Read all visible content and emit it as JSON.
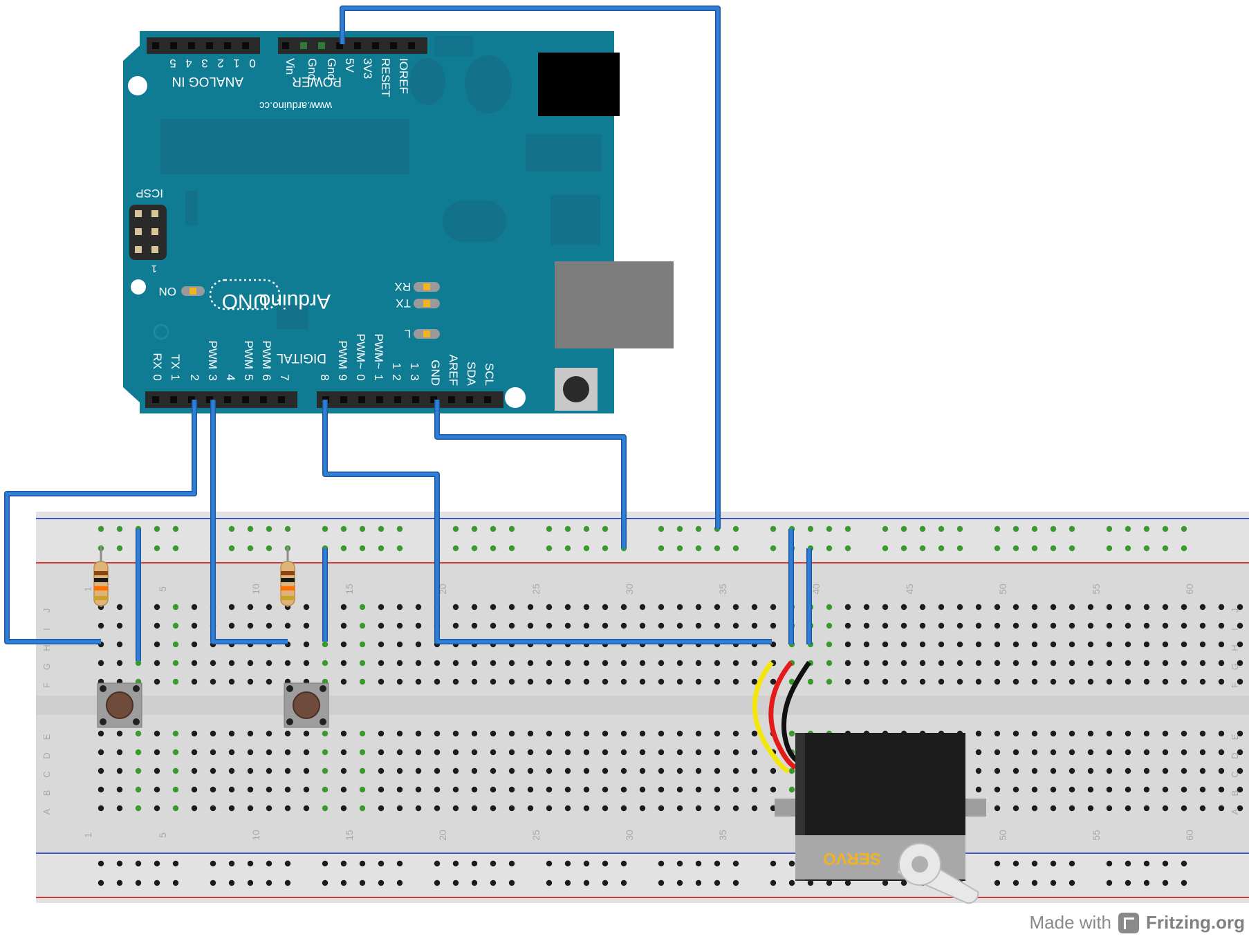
{
  "arduino": {
    "brand": "Arduino",
    "model": "UNO",
    "website": "www.arduino.cc",
    "on_label": "ON",
    "icsp_label": "ICSP",
    "icsp_pin1": "1",
    "led_labels": [
      "RX",
      "TX",
      "L"
    ],
    "analog_header_label": "ANALOG IN",
    "analog_pins": [
      "0",
      "1",
      "2",
      "3",
      "4",
      "5"
    ],
    "power_header_label": "POWER",
    "power_pins": [
      "Vin",
      "Gnd",
      "Gnd",
      "5V",
      "3V3",
      "RESET",
      "IOREF"
    ],
    "digital_header_label": "DIGITAL",
    "digital_pins": [
      {
        "num": "0",
        "name": "RX"
      },
      {
        "num": "1",
        "name": "TX"
      },
      {
        "num": "2",
        "name": ""
      },
      {
        "num": "3",
        "name": "PWM"
      },
      {
        "num": "4",
        "name": ""
      },
      {
        "num": "5",
        "name": "PWM"
      },
      {
        "num": "6",
        "name": "PWM"
      },
      {
        "num": "7",
        "name": ""
      },
      {
        "num": "8",
        "name": ""
      },
      {
        "num": "9",
        "name": "PWM"
      },
      {
        "num": "0",
        "name": "PWM~"
      },
      {
        "num": "1",
        "name": "PWM~"
      },
      {
        "num": "2",
        "name": "1"
      },
      {
        "num": "3",
        "name": "1"
      },
      {
        "num": "",
        "name": "GND"
      },
      {
        "num": "",
        "name": "AREF"
      },
      {
        "num": "",
        "name": "SDA"
      },
      {
        "num": "",
        "name": "SCL"
      }
    ]
  },
  "breadboard": {
    "column_numbers": [
      "1",
      "5",
      "10",
      "15",
      "20",
      "25",
      "30",
      "35",
      "40",
      "45",
      "50",
      "55",
      "60"
    ],
    "top_row_letters": [
      "J",
      "I",
      "H",
      "G",
      "F"
    ],
    "bottom_row_letters": [
      "E",
      "D",
      "C",
      "B",
      "A"
    ]
  },
  "servo": {
    "label": "SERVO"
  },
  "footer": {
    "made_with": "Made with",
    "brand": "Fritzing.org"
  },
  "colors": {
    "arduino_board": "#0f7c94",
    "wire": "#2c6fc6",
    "breadboard": "#d9d9d9",
    "rail_blue": "#3c54c8",
    "rail_red": "#d23a3a",
    "servo_body": "#1c1c1c",
    "servo_yellow": "#f3e60d",
    "servo_red": "#e31b1b"
  }
}
